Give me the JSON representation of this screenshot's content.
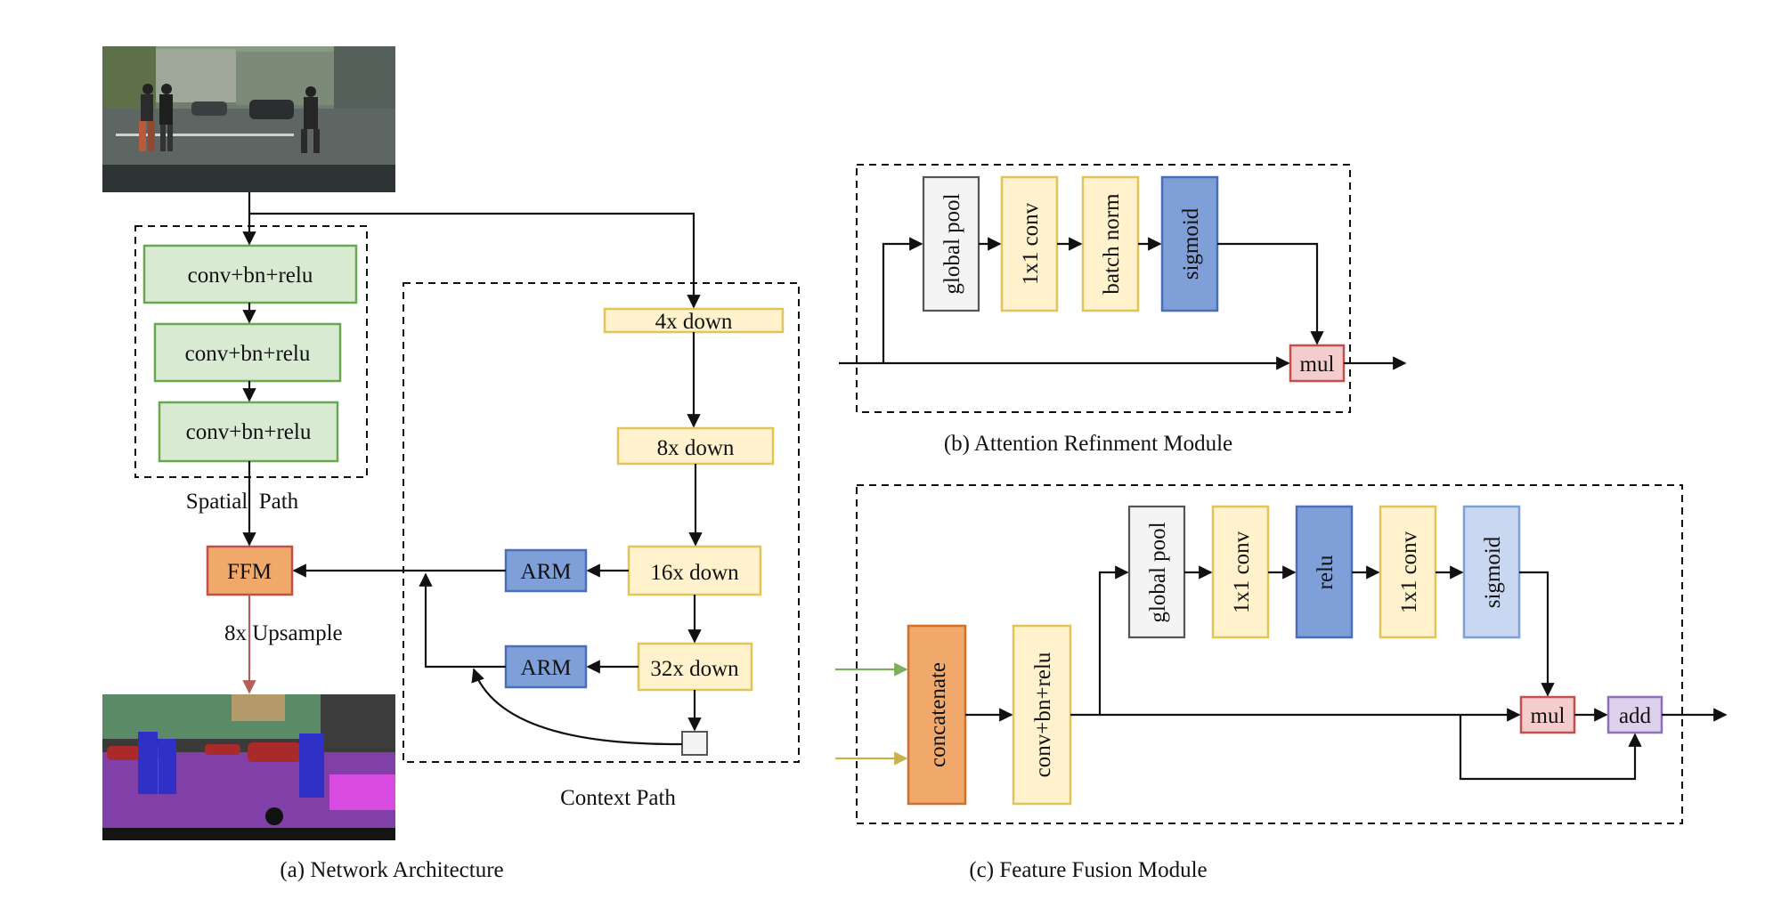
{
  "network": {
    "spatial_blocks": [
      "conv+bn+relu",
      "conv+bn+relu",
      "conv+bn+relu"
    ],
    "spatial_label": "Spatial  Path",
    "ffm": "FFM",
    "upsample_label": "8x Upsample",
    "context_blocks": [
      "4x down",
      "8x down",
      "16x down",
      "32x down"
    ],
    "arm_labels": [
      "ARM",
      "ARM"
    ],
    "context_label": "Context Path",
    "caption": "(a) Network Architecture"
  },
  "arm_module": {
    "blocks": [
      "global pool",
      "1x1 conv",
      "batch norm",
      "sigmoid"
    ],
    "mul": "mul",
    "caption": "(b) Attention Refinment Module"
  },
  "ffm_module": {
    "concat": "concatenate",
    "conv": "conv+bn+relu",
    "blocks": [
      "global pool",
      "1x1 conv",
      "relu",
      "1x1 conv",
      "sigmoid"
    ],
    "mul": "mul",
    "add": "add",
    "caption": "(c) Feature Fusion Module"
  },
  "colors": {
    "green_fill": "#d9ead3",
    "green_stroke": "#6aa84f",
    "yellow_fill": "#fff2cc",
    "yellow_stroke": "#e1c45a",
    "blue_fill": "#7f9fd8",
    "blue_stroke": "#4a6fb8",
    "lightblue_fill": "#c9d8f0",
    "orange_fill": "#f1a96b",
    "orange_stroke": "#d0702a",
    "pink_fill": "#f4cccc",
    "pink_stroke": "#c0504d",
    "purple_fill": "#dcd0ec",
    "purple_stroke": "#8e6fb8",
    "gray_fill": "#f4f4f4",
    "gray_stroke": "#555555",
    "upsample_arrow": "#b4605a",
    "green_arrow": "#7fae5e",
    "yellow_arrow": "#c9b24a"
  },
  "icons": [
    "input-street-photo",
    "segmentation-output-image"
  ]
}
